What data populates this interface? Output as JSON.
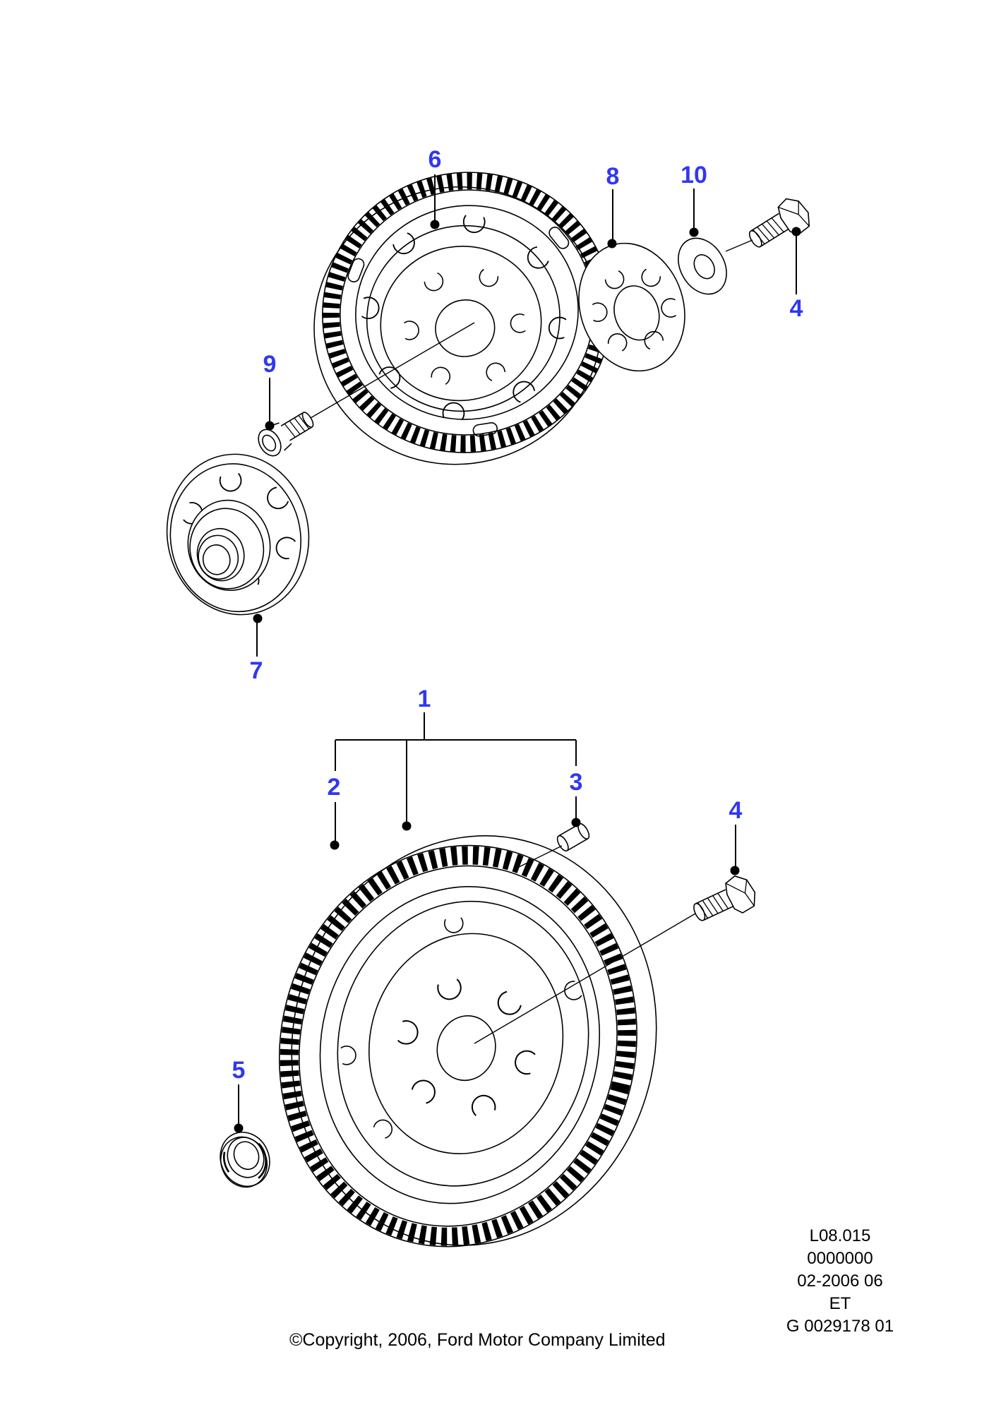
{
  "diagram": {
    "background": "#ffffff",
    "line_color": "#000000",
    "callout_color": "#3038f0",
    "description": "exploded-parts-diagram-flywheel"
  },
  "callouts": {
    "1": "1",
    "2": "2",
    "3": "3",
    "4": "4",
    "5": "5",
    "6": "6",
    "7": "7",
    "8": "8",
    "9": "9",
    "10": "10"
  },
  "doc_info": {
    "lines": [
      "L08.015",
      "0000000",
      "02-2006 06",
      "ET",
      "G 0029178 01"
    ]
  },
  "footer": {
    "copyright": "©Copyright, 2006, Ford Motor Company Limited"
  }
}
